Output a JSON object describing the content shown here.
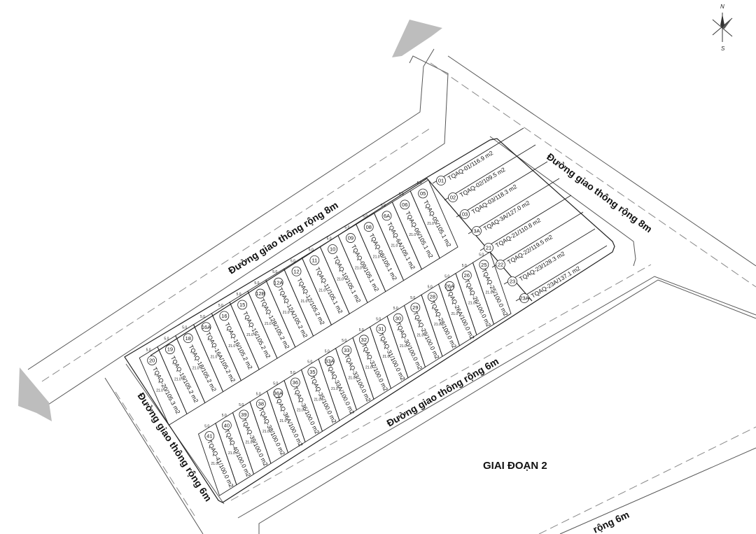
{
  "roads": {
    "top": "Đường giao thông rộng 8m",
    "right": "Đường giao thông rộng 8m",
    "middle": "Đường giao thông rộng 6m",
    "left": "Đường giao thông rộng 6m",
    "bottom_partial": "rộng 6m"
  },
  "phase_label": "GIAI ĐOẠN 2",
  "compass": {
    "north": "N",
    "south": "S"
  },
  "right_lots": [
    {
      "num": "01",
      "code": "TQAQ-01/116.9 m2"
    },
    {
      "num": "02",
      "code": "TQAQ-02/109.5 m2"
    },
    {
      "num": "03",
      "code": "TQAQ-03/118.3 m2"
    },
    {
      "num": "3A",
      "code": "TQAQ-3A/127.0 m2"
    },
    {
      "num": "21",
      "code": "TQAQ-21/110.8 m2"
    },
    {
      "num": "22",
      "code": "TQAQ-22/119.5 m2"
    },
    {
      "num": "23",
      "code": "TQAQ-23/128.3 m2"
    },
    {
      "num": "23A",
      "code": "TQAQ-23A/137.1 m2"
    }
  ],
  "upper_lots": [
    {
      "num": "05",
      "code": "TQAQ-05/105.1 m2"
    },
    {
      "num": "06",
      "code": "TQAQ-06/105.1 m2"
    },
    {
      "num": "6A",
      "code": "TQAQ-6A/105.1 m2"
    },
    {
      "num": "08",
      "code": "TQAQ-08/105.1 m2"
    },
    {
      "num": "09",
      "code": "TQAQ-09/105.1 m2"
    },
    {
      "num": "10",
      "code": "TQAQ-10/105.1 m2"
    },
    {
      "num": "11",
      "code": "TQAQ-11/105.1 m2"
    },
    {
      "num": "12",
      "code": "TQAQ-12/105.2 m2"
    },
    {
      "num": "12A",
      "code": "TQAQ-12A/105.2 m2"
    },
    {
      "num": "12B",
      "code": "TQAQ-12B/105.2 m2"
    },
    {
      "num": "15",
      "code": "TQAQ-15/105.2 m2"
    },
    {
      "num": "16",
      "code": "TQAQ-16/105.2 m2"
    },
    {
      "num": "16A",
      "code": "TQAQ-16A/105.2 m2"
    },
    {
      "num": "18",
      "code": "TQAQ-18/105.2 m2"
    },
    {
      "num": "19",
      "code": "TQAQ-19/105.2 m2"
    },
    {
      "num": "20",
      "code": "TQAQ-20/105.3 m2"
    }
  ],
  "lower_lots": [
    {
      "num": "25",
      "code": "TQAQ-25/100.0 m2"
    },
    {
      "num": "26",
      "code": "TQAQ-26/100.0 m2"
    },
    {
      "num": "26A",
      "code": "TQAQ-26A/100.0 m2"
    },
    {
      "num": "28",
      "code": "TQAQ-28/100.0 m2"
    },
    {
      "num": "29",
      "code": "TQAQ-29/100.0 m2"
    },
    {
      "num": "30",
      "code": "TQAQ-30/100.0 m2"
    },
    {
      "num": "31",
      "code": "TQAQ-31/100.0 m2"
    },
    {
      "num": "32",
      "code": "TQAQ-32/100.0 m2"
    },
    {
      "num": "33",
      "code": "TQAQ-33/100.0 m2"
    },
    {
      "num": "33A",
      "code": "TQAQ-33A/100.0 m2"
    },
    {
      "num": "35",
      "code": "TQAQ-35/100.0 m2"
    },
    {
      "num": "36",
      "code": "TQAQ-36/100.0 m2"
    },
    {
      "num": "36A",
      "code": "TQAQ-36A/100.0 m2"
    },
    {
      "num": "38",
      "code": "TQAQ-38/100.0 m2"
    },
    {
      "num": "39",
      "code": "TQAQ-39/100.0 m2"
    },
    {
      "num": "40",
      "code": "TQAQ-40/100.0 m2"
    },
    {
      "num": "41",
      "code": "TQAQ-41/100.0 m2"
    }
  ],
  "dims": {
    "lot_width": "5.0",
    "lot_depth": "21.0"
  }
}
